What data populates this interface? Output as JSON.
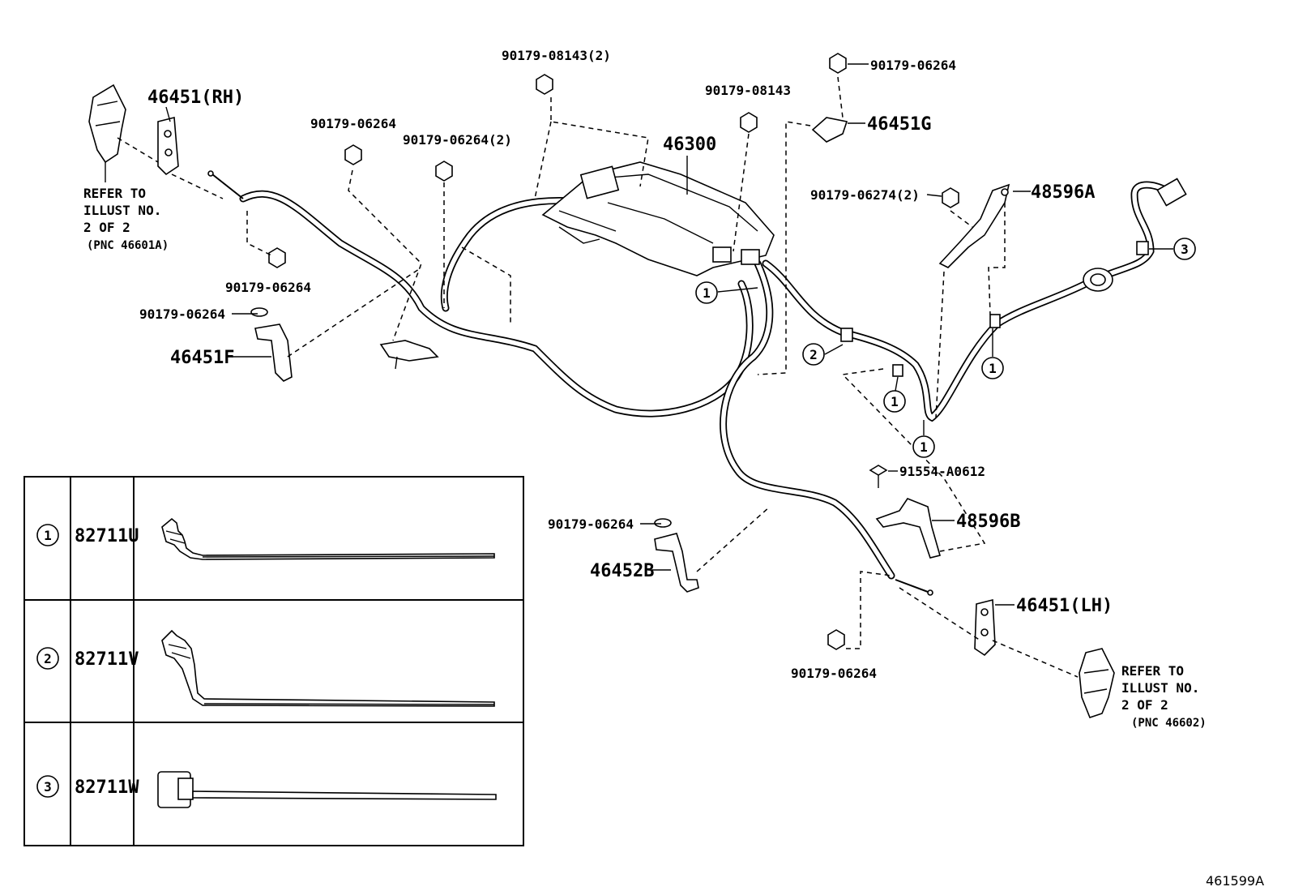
{
  "diagram": {
    "figure_id": "461599A",
    "parts": {
      "p46451_rh": "46451(RH)",
      "p90179_08143_2": "90179-08143(2)",
      "p90179_06264_top": "90179-06264",
      "p90179_06264_2": "90179-06264(2)",
      "p46300": "46300",
      "p90179_08143": "90179-08143",
      "p90179_06264_topright": "90179-06264",
      "p46451g": "46451G",
      "p90179_06274_2": "90179-06274(2)",
      "p48596a": "48596A",
      "p90179_06264_left1": "90179-06264",
      "p90179_06264_left2": "90179-06264",
      "p46451f": "46451F",
      "p91554_a0612": "91554-A0612",
      "p48596b": "48596B",
      "p90179_06264_mid": "90179-06264",
      "p46452b": "46452B",
      "p46451_lh": "46451(LH)",
      "p90179_06264_bottom": "90179-06264"
    },
    "refer_left": [
      "REFER TO",
      "ILLUST NO.",
      "2 OF 2",
      "(PNC 46601A)"
    ],
    "refer_right": [
      "REFER TO",
      "ILLUST NO.",
      "2 OF 2",
      "(PNC 46602)"
    ],
    "callouts": [
      "1",
      "1",
      "1",
      "1",
      "2",
      "3"
    ],
    "legend": [
      {
        "num": "1",
        "part": "82711U"
      },
      {
        "num": "2",
        "part": "82711V"
      },
      {
        "num": "3",
        "part": "82711W"
      }
    ]
  }
}
